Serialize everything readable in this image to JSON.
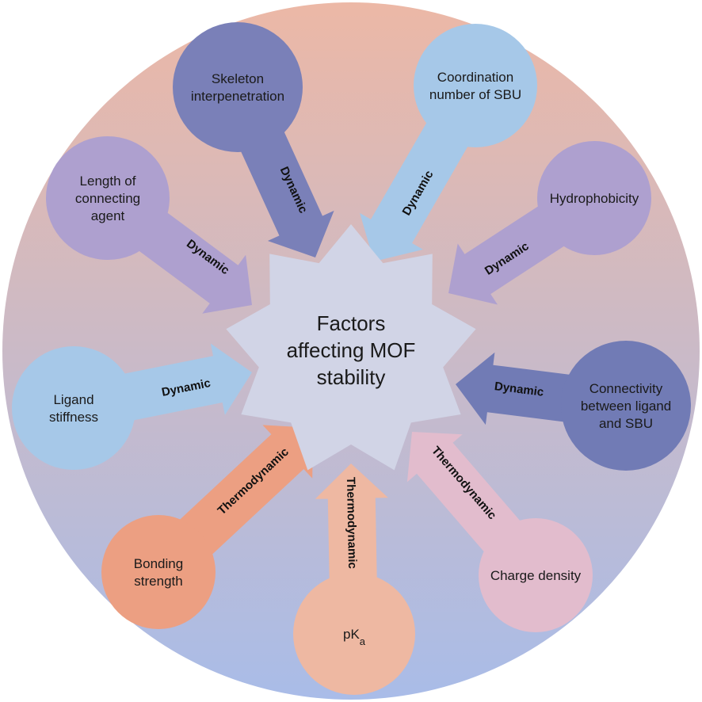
{
  "center": {
    "lines": [
      "Factors",
      "affecting MOF",
      "stability"
    ]
  },
  "factors": [
    {
      "id": "skeleton",
      "lines": [
        "Skeleton",
        "interpenetration"
      ],
      "category": "Dynamic",
      "color": "#7a80b8"
    },
    {
      "id": "coordination",
      "lines": [
        "Coordination",
        "number of SBU"
      ],
      "category": "Dynamic",
      "color": "#a6c8e8"
    },
    {
      "id": "hydrophob",
      "lines": [
        "Hydrophobicity"
      ],
      "category": "Dynamic",
      "color": "#aea0cf"
    },
    {
      "id": "connectivity",
      "lines": [
        "Connectivity",
        "between ligand",
        "and SBU"
      ],
      "category": "Dynamic",
      "color": "#717bb5"
    },
    {
      "id": "charge",
      "lines": [
        "Charge density"
      ],
      "category": "Thermodynamic",
      "color": "#e2bccd"
    },
    {
      "id": "pka",
      "lines": [
        "pK"
      ],
      "sub": "a",
      "category": "Thermodynamic",
      "color": "#eeb8a2"
    },
    {
      "id": "bonding",
      "lines": [
        "Bonding",
        "strength"
      ],
      "category": "Thermodynamic",
      "color": "#ec9f82"
    },
    {
      "id": "stiffness",
      "lines": [
        "Ligand",
        "stiffness"
      ],
      "category": "Dynamic",
      "color": "#a6c8e8"
    },
    {
      "id": "length",
      "lines": [
        "Length of",
        "connecting",
        "agent"
      ],
      "category": "Dynamic",
      "color": "#aea0cf"
    }
  ],
  "colors": {
    "bg_top": "#ecb8a6",
    "bg_bottom": "#a9bce8",
    "center_fill": "#d1d4e6"
  }
}
